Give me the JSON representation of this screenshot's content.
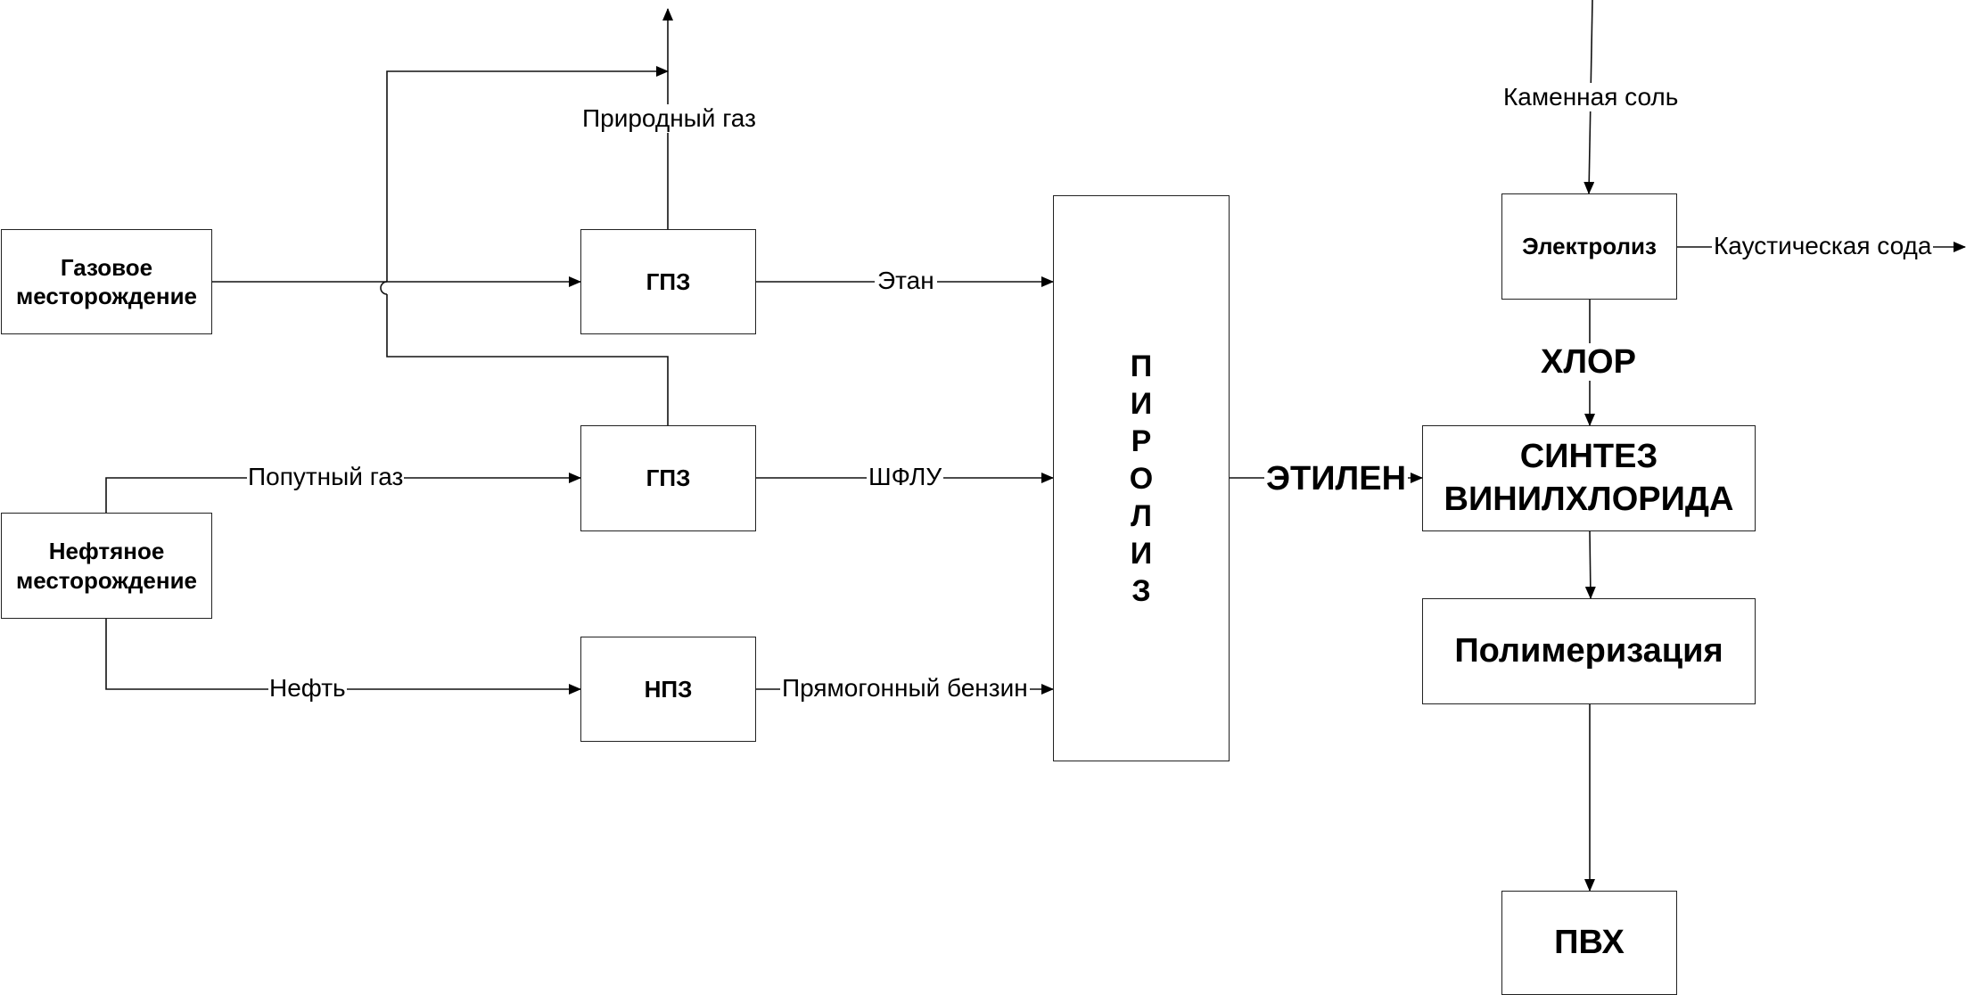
{
  "boxes": {
    "gas_field": "Газовое\nместорождение",
    "oil_field": "Нефтяное\nместорождение",
    "gpz_1": "ГПЗ",
    "gpz_2": "ГПЗ",
    "npz": "НПЗ",
    "pyrolysis_letters": [
      "П",
      "И",
      "Р",
      "О",
      "Л",
      "И",
      "З"
    ],
    "electrolysis": "Электролиз",
    "vinyl_chloride_synthesis": "СИНТЕЗ\nВИНИЛХЛОРИДА",
    "polymerization": "Полимеризация",
    "pvc": "ПВХ"
  },
  "flows": {
    "natural_gas": "Природный газ",
    "ethane": "Этан",
    "associated_gas": "Попутный газ",
    "shflu": "ШФЛУ",
    "oil": "Нефть",
    "straight_run_gasoline": "Прямогонный бензин",
    "ethylene": "ЭТИЛЕН",
    "rock_salt": "Каменная соль",
    "caustic_soda": "Каустическая сода",
    "chlorine": "ХЛОР"
  }
}
